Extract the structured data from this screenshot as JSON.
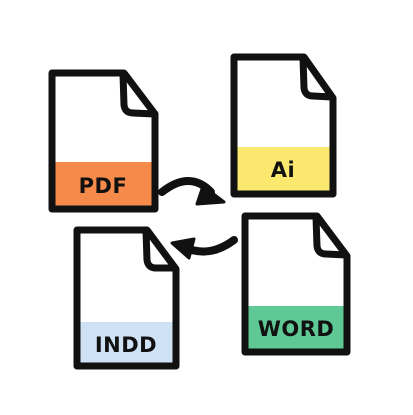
{
  "documents": {
    "pdf": {
      "label": "PDF",
      "color": "#f58a4b"
    },
    "ai": {
      "label": "Ai",
      "color": "#fbe96f"
    },
    "indd": {
      "label": "INDD",
      "color": "#cfe1f4"
    },
    "word": {
      "label": "WORD",
      "color": "#5fc996"
    }
  },
  "icons": {
    "file": "file-icon",
    "cycle": "conversion-cycle-icon"
  }
}
